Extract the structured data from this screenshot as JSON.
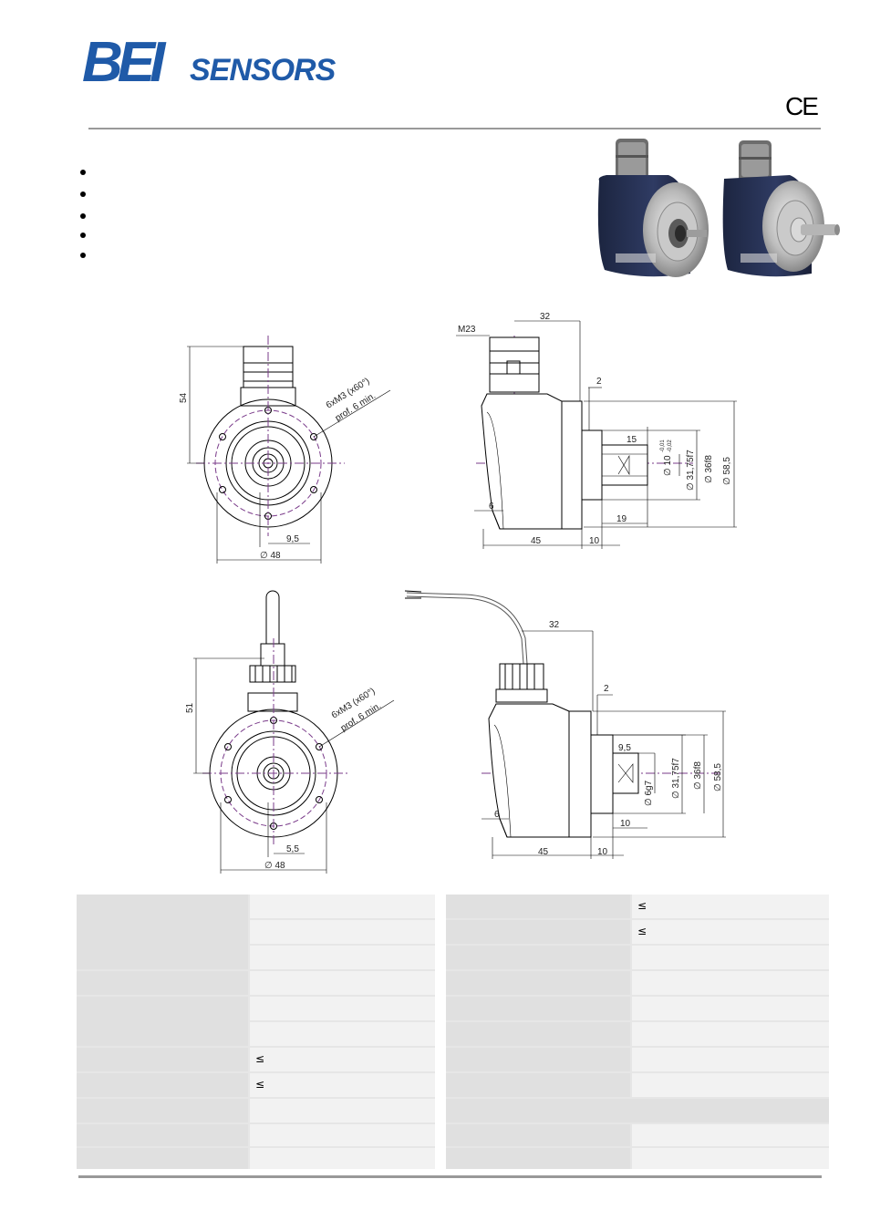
{
  "header": {
    "logo_bei": "BEI",
    "logo_sensors": "SENSORS",
    "ce_mark": "CE",
    "brand_color": "#1f5aa8"
  },
  "drawing_top_front": {
    "dim_height": "54",
    "dim_offset": "9,5",
    "dim_diameter": "∅ 48",
    "hole_note_1": "6xM3 (x60°)",
    "hole_note_2": "prof. 6 min."
  },
  "drawing_top_side": {
    "connector": "M23",
    "dim_32": "32",
    "dim_2": "2",
    "dim_15": "15",
    "dim_bore": "∅ 10",
    "tol_upper": "-0,01",
    "tol_lower": "-0,02",
    "dim_3175": "∅ 31,75f7",
    "dim_36": "∅ 36f8",
    "dim_585": "∅ 58,5",
    "dim_6": "6",
    "dim_19": "19",
    "dim_45": "45",
    "dim_10": "10"
  },
  "drawing_bottom_front": {
    "dim_height": "51",
    "dim_offset": "5,5",
    "dim_diameter": "∅ 48",
    "hole_note_1": "6xM3 (x60°)",
    "hole_note_2": "prof. 6 min."
  },
  "drawing_bottom_side": {
    "dim_32": "32",
    "dim_2": "2",
    "dim_95": "9,5",
    "dim_6g7": "∅ 6g7",
    "dim_3175": "∅ 31,75f7",
    "dim_36": "∅ 36f8",
    "dim_585": "∅ 58,5",
    "dim_6": "6",
    "dim_10a": "10",
    "dim_45": "45",
    "dim_10b": "10"
  },
  "spec_table": {
    "left_leq_1": "≤",
    "left_leq_2": "≤",
    "right_leq_1": "≤",
    "right_leq_2": "≤"
  }
}
